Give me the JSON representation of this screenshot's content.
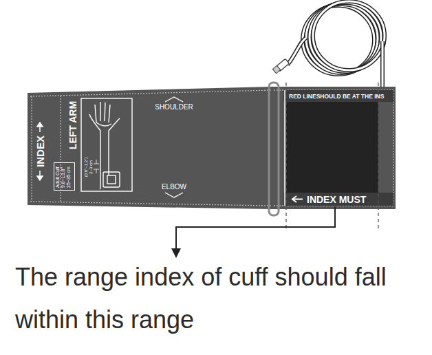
{
  "diagram": {
    "caption": "The range index of cuff should fall within this range",
    "nodes": [
      {
        "text": [
          "Adult Cuff",
          "9.8~13.8\"",
          "25~35 cm"
        ]
      }
    ],
    "labels": [
      "INDEX",
      "LEFT ARM",
      "SHOULDER",
      "ELBOW",
      "(0.8\"~1.2\")",
      "2~3 cm",
      "RED LINESHOULD BE AT THE INS",
      "INDEX MUST"
    ]
  }
}
